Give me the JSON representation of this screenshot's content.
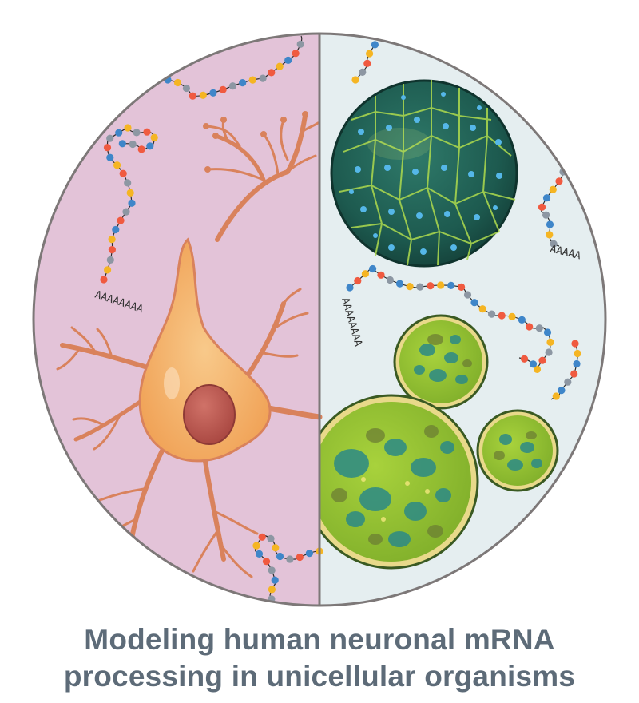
{
  "colors": {
    "left_bg": "#e3c3d8",
    "right_bg": "#e5eef0",
    "border": "#7d7878",
    "neuron_body": "#f3ae62",
    "neuron_outline": "#d9825c",
    "nucleus": "#c05a55",
    "green_cell": "#8dbf2e",
    "dark_cell": "#1f5a50",
    "caption": "#5d6b78",
    "bead_colors": [
      "#3f86c9",
      "#f05a40",
      "#f5b523",
      "#8d97a3"
    ]
  },
  "labels": {
    "polyA_long": "AAAAAAAA",
    "polyA_mid": "AAAAAAAA",
    "polyA_short": "AAAAA"
  },
  "caption": {
    "line1": "Modeling human neuronal mRNA",
    "line2": "processing in unicellular organisms"
  },
  "icons": [
    "neuron-icon",
    "mrna-strand-icon",
    "algae-colony-icon",
    "unicellular-cell-icon"
  ]
}
